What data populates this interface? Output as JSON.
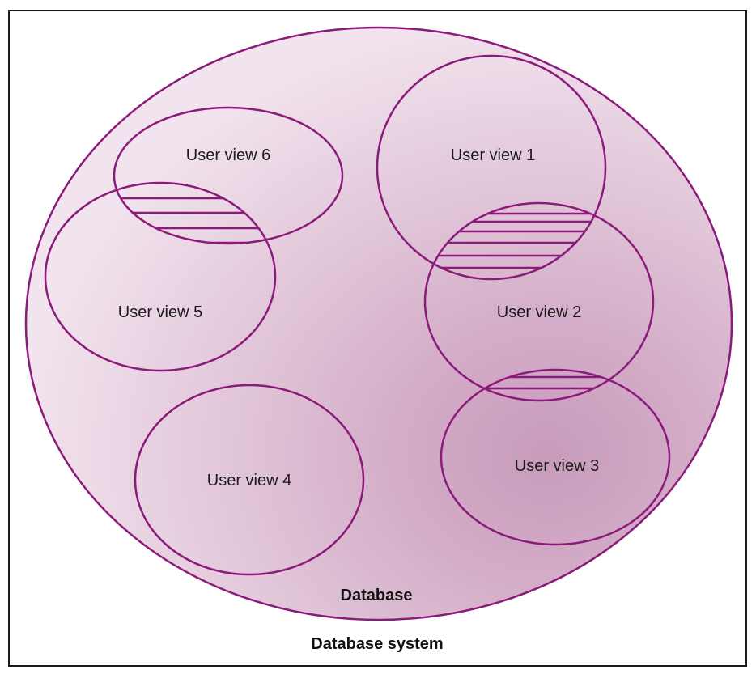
{
  "diagram": {
    "title": "Database system",
    "container_label": "Database",
    "colors": {
      "stroke": "#8b1a7a",
      "fill_light": "#f0e1ec",
      "fill_dark": "#c99ab9",
      "text": "#1a1a1a"
    },
    "user_views": [
      {
        "id": "uv1",
        "label": "User view 1"
      },
      {
        "id": "uv2",
        "label": "User view 2"
      },
      {
        "id": "uv3",
        "label": "User view 3"
      },
      {
        "id": "uv4",
        "label": "User view 4"
      },
      {
        "id": "uv5",
        "label": "User view 5"
      },
      {
        "id": "uv6",
        "label": "User view 6"
      }
    ],
    "overlaps": [
      {
        "between": [
          "User view 6",
          "User view 5"
        ],
        "pattern": "horizontal-hatch"
      },
      {
        "between": [
          "User view 1",
          "User view 2"
        ],
        "pattern": "horizontal-hatch"
      },
      {
        "between": [
          "User view 2",
          "User view 3"
        ],
        "pattern": "horizontal-hatch"
      }
    ]
  }
}
